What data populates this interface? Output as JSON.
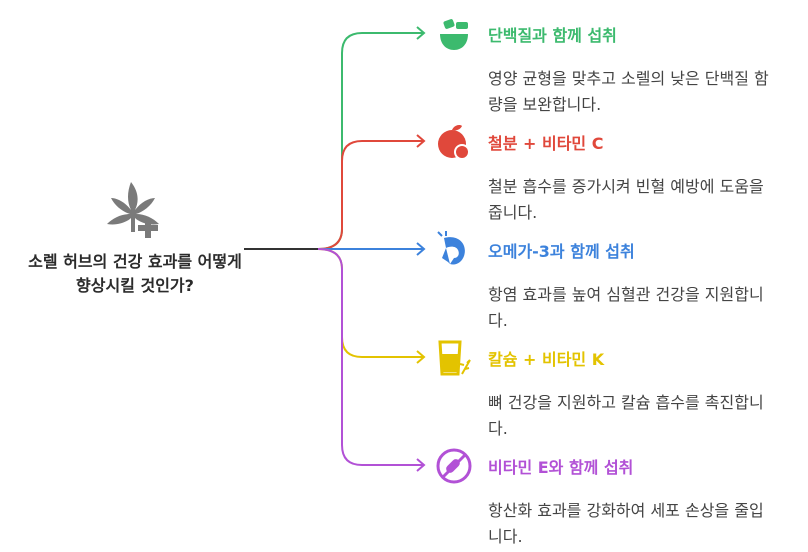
{
  "root": {
    "title": "소렐 허브의 건강 효과를 어떻게 향상시킬 것인가?",
    "icon": "cannabis-leaf-plus-icon"
  },
  "branches": [
    {
      "title": "단백질과 함께 섭취",
      "description": "영양 균형을 맞추고 소렐의 낮은 단백질 함량을 보완합니다.",
      "color": "#3cba6e",
      "icon": "protein-bowl-icon"
    },
    {
      "title": "철분 + 비타민 C",
      "description": "철분 흡수를 증가시켜 빈혈 예방에 도움을 줍니다.",
      "color": "#e0483b",
      "icon": "orange-fruit-icon"
    },
    {
      "title": "오메가-3과 함께 섭취",
      "description": "항염 효과를 높여 심혈관 건강을 지원합니다.",
      "color": "#3c82dc",
      "icon": "shrimp-icon"
    },
    {
      "title": "칼슘 + 비타민 K",
      "description": "뼈 건강을 지원하고 칼슘 흡수를 촉진합니다.",
      "color": "#e3c300",
      "icon": "milk-glass-icon"
    },
    {
      "title": "비타민 E와 함께 섭취",
      "description": "항산화 효과를 강화하여 세포 손상을 줄입니다.",
      "color": "#b251d6",
      "icon": "no-pills-icon"
    }
  ]
}
